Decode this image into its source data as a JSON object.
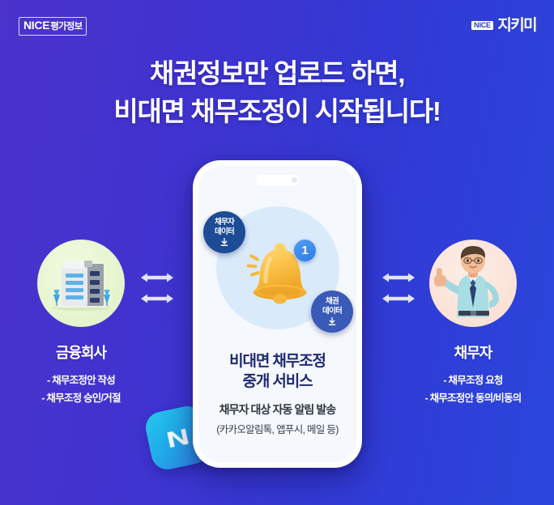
{
  "brand": {
    "left_logo_main": "NICE",
    "left_logo_sub": "평가정보",
    "right_logo_chip": "NICE",
    "right_logo_name": "지키미"
  },
  "headline": {
    "line1": "채권정보만 업로드 하면,",
    "line2": "비대면 채무조정이 시작됩니다!"
  },
  "phone": {
    "notification_count": "1",
    "badge_debtor_line1": "채무자",
    "badge_debtor_line2": "데이터",
    "badge_claim_line1": "채권",
    "badge_claim_line2": "데이터",
    "title_line1": "비대면 채무조정",
    "title_line2": "중개 서비스",
    "subtitle": "채무자 대상 자동 알림 발송",
    "note": "(카카오알림톡, 앱푸시, 메일 등)"
  },
  "left_column": {
    "title": "금융회사",
    "bullet1": "- 채무조정안 작성",
    "bullet2": "- 채무조정 승인/거절"
  },
  "right_column": {
    "title": "채무자",
    "bullet1": "- 채무조정 요청",
    "bullet2": "- 채무조정안 동의/비동의"
  },
  "colors": {
    "background_start": "#4b33cc",
    "background_end": "#2a46da",
    "badge_debtor": "#1d4c97",
    "badge_claim": "#3a5ab8",
    "bell": "#f8b93c",
    "notification": "#2f7de6",
    "phone_title": "#1e2a72",
    "app_tile": "#21a8e8"
  }
}
